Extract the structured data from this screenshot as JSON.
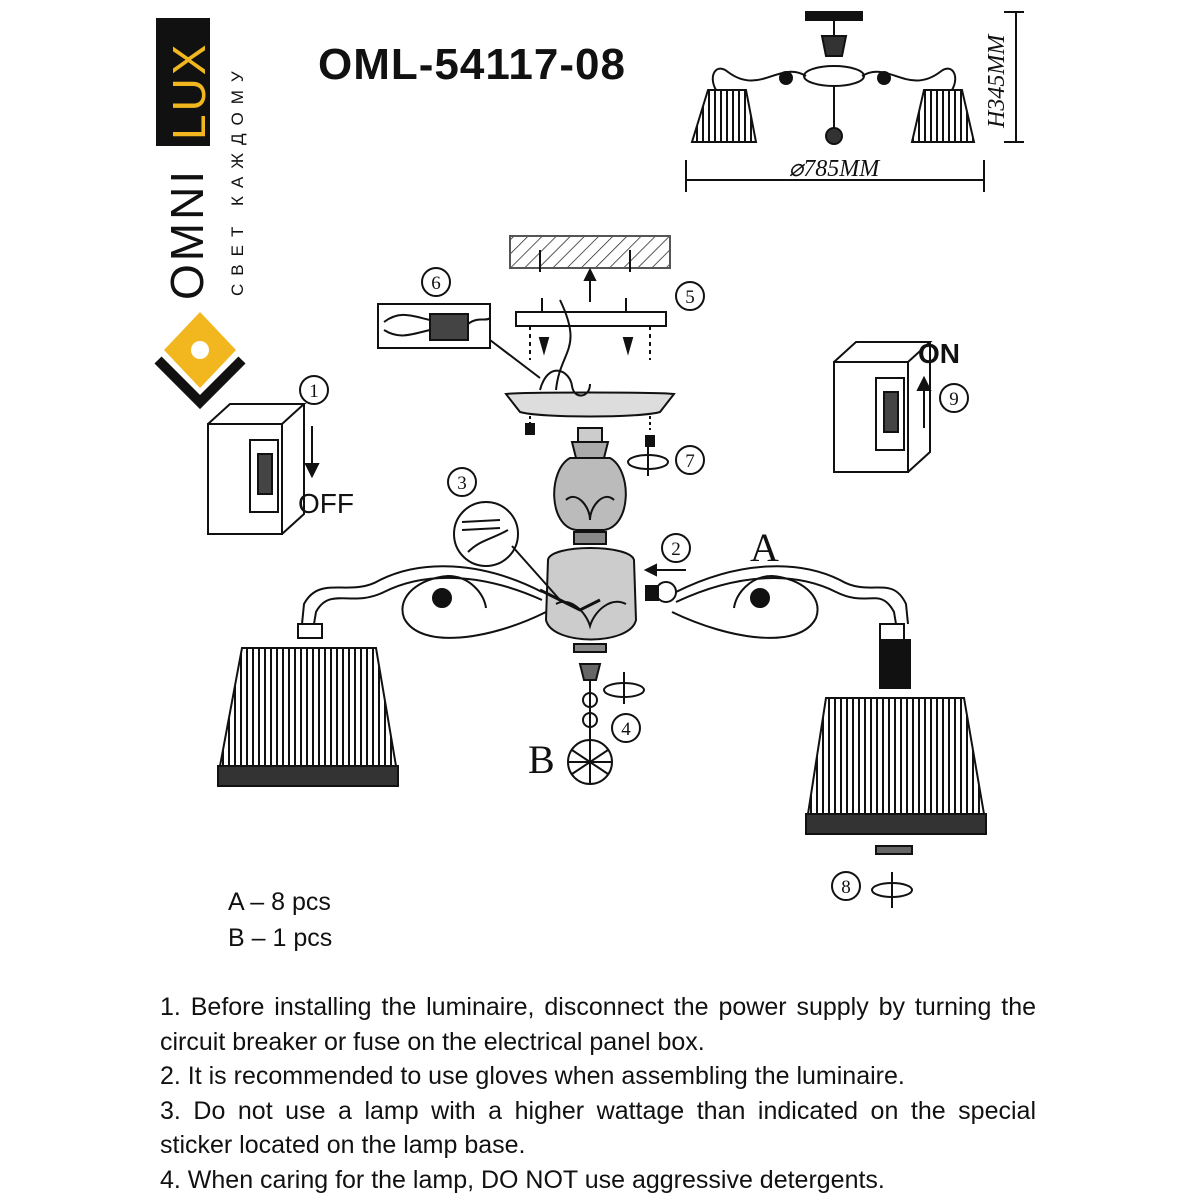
{
  "brand": {
    "name_dark": "OMNI",
    "name_accent": "LUX",
    "tagline": "СВЕТ КАЖДОМУ",
    "accent_color": "#f2b71f"
  },
  "model": "OML-54117-08",
  "dimensions": {
    "height": "H345MM",
    "diameter": "⌀785MM"
  },
  "switch_off": "OFF",
  "switch_on": "ON",
  "steps": [
    "1",
    "2",
    "3",
    "4",
    "5",
    "6",
    "7",
    "8",
    "9"
  ],
  "parts": {
    "a_label": "A",
    "b_label": "B"
  },
  "legend": [
    "A – 8 pcs",
    "B – 1 pcs"
  ],
  "notes": [
    "1. Before installing the luminaire, disconnect the power supply by turning the circuit breaker or fuse on the electrical panel box.",
    "2. It is recommended to use gloves when assembling the luminaire.",
    "3. Do not use a lamp with a higher wattage than indicated on the special sticker located on the lamp base.",
    "4. When caring for the lamp, DO NOT use aggressive detergents."
  ]
}
